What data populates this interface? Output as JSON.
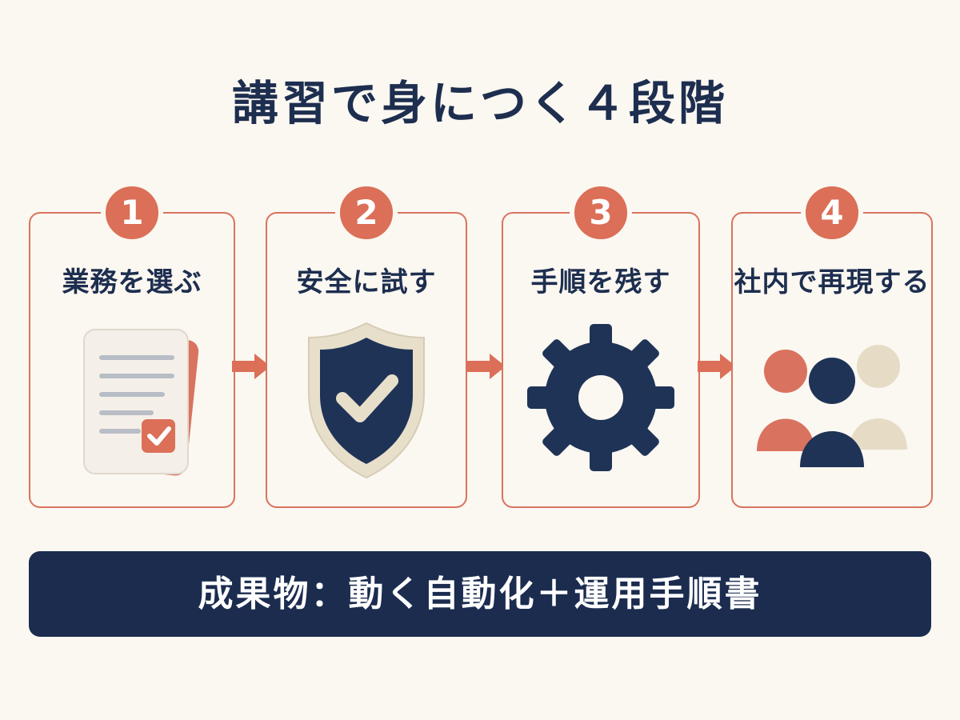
{
  "title": "講習で身につく４段階",
  "steps": [
    {
      "number": "1",
      "label": "業務を選ぶ",
      "icon": "document-checklist-icon"
    },
    {
      "number": "2",
      "label": "安全に試す",
      "icon": "shield-check-icon"
    },
    {
      "number": "3",
      "label": "手順を残す",
      "icon": "gear-icon"
    },
    {
      "number": "4",
      "label": "社内で再現する",
      "icon": "people-group-icon"
    }
  ],
  "banner": "成果物：動く自動化＋運用手順書",
  "colors": {
    "accent": "#db6f57",
    "navy": "#1b2c4f",
    "background": "#fbf7f1",
    "cream": "#e8dfcb"
  }
}
